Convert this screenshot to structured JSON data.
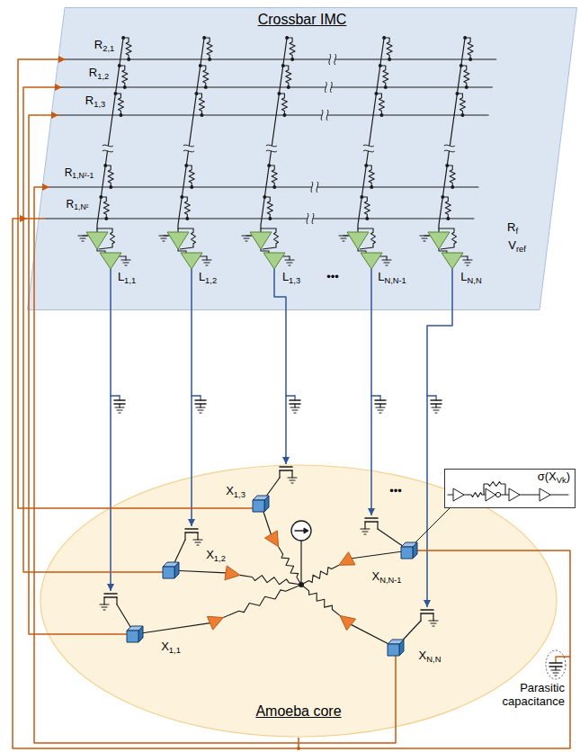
{
  "diagram": {
    "nodes": [
      {
        "text": [
          "Crossbar IMC"
        ]
      },
      {
        "text": [
          "Amoeba core"
        ]
      },
      {
        "text": [
          "σ(XVk)"
        ]
      }
    ],
    "edges": [
      {
        "from": 0,
        "to": 1,
        "arrow": "to"
      },
      {
        "from": 1,
        "to": 0,
        "arrow": "to"
      }
    ],
    "labels": [
      "R2,1",
      "R1,2",
      "R1,3",
      "R1,N²-1",
      "R1,N²",
      "Rf",
      "Vref",
      "L1,1",
      "L1,2",
      "L1,3",
      "•••",
      "LN,N-1",
      "LN,N",
      "X1,3",
      "•••",
      "X1,2",
      "XN,N-1",
      "X1,1",
      "XN,N",
      "Parasitic capacitance"
    ]
  }
}
